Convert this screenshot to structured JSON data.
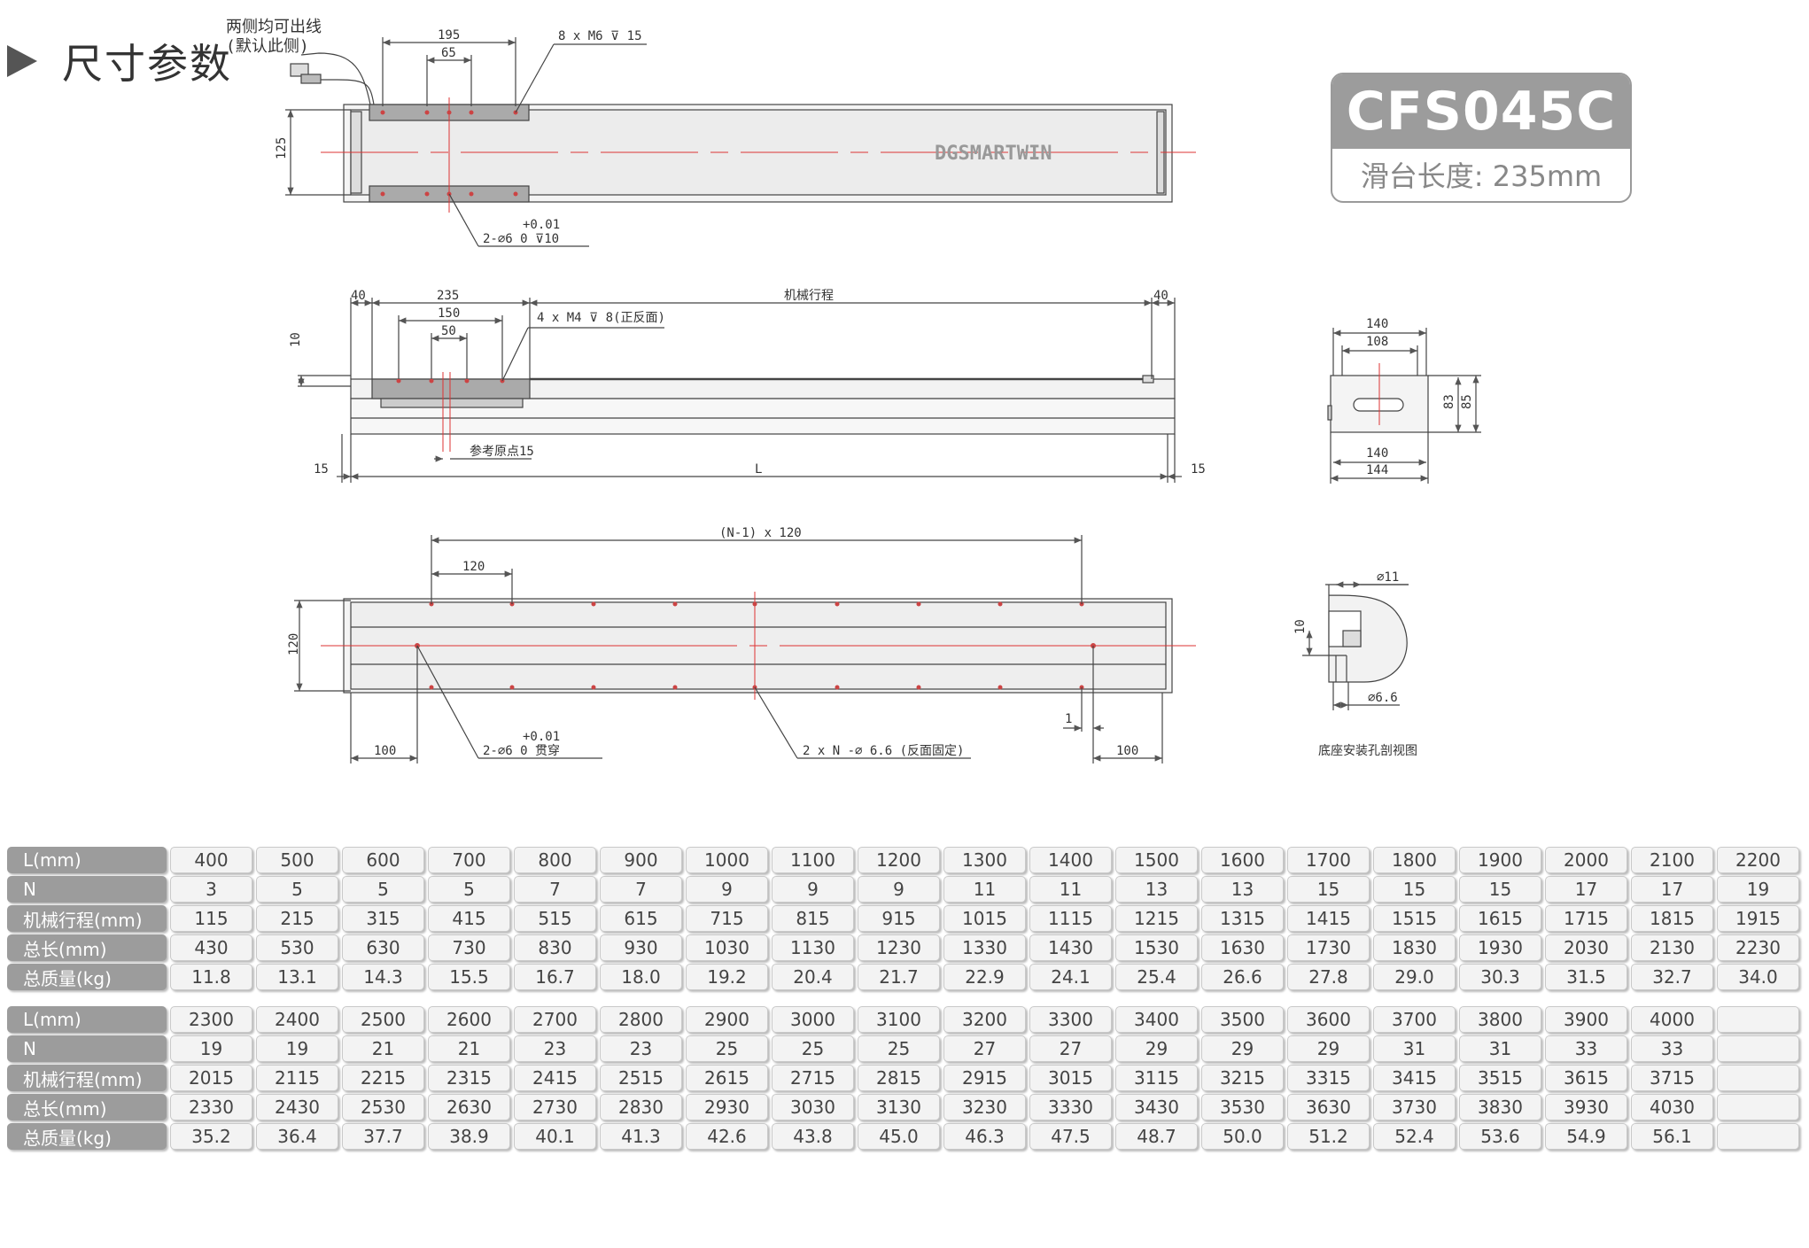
{
  "heading": "尺寸参数",
  "badge": {
    "model": "CFS045C",
    "slide_length": "滑台长度: 235mm"
  },
  "top_view": {
    "cable_note_1": "两侧均可出线",
    "cable_note_2": "(默认此侧)",
    "dim_195": "195",
    "dim_65": "65",
    "thread_note": "8 x M6 ⊽ 15",
    "dim_125": "125",
    "brand": "DGSMARTWIN",
    "tol": "+0.01",
    "hole_note": "2-∅6  0   ⊽10"
  },
  "side_view": {
    "dim_40_left": "40",
    "dim_235": "235",
    "dim_150": "150",
    "dim_50": "50",
    "stroke_label": "机械行程",
    "dim_40_right": "40",
    "thread_note": "4 x M4 ⊽ 8(正反面)",
    "dim_10": "10",
    "origin_note": "参考原点15",
    "dim_15_left": "15",
    "dim_L": "L",
    "dim_15_right": "15"
  },
  "end_view": {
    "dim_140_top": "140",
    "dim_108": "108",
    "dim_83": "83",
    "dim_85": "85",
    "dim_140_bot": "140",
    "dim_144": "144"
  },
  "bottom_view": {
    "pitch_total": "(N-1) x 120",
    "pitch": "120",
    "dim_120": "120",
    "dim_100_left": "100",
    "tol": "+0.01",
    "hole_note": "2-∅6  0   贯穿",
    "fix_note": "2 x N -∅ 6.6 (反面固定)",
    "dim_1": "1",
    "dim_100_right": "100"
  },
  "section_view": {
    "d11": "∅11",
    "dim_10": "10",
    "d66": "∅6.6",
    "caption": "底座安装孔剖视图"
  },
  "table1": {
    "headers": [
      "L(mm)",
      "N",
      "机械行程(mm)",
      "总长(mm)",
      "总质量(kg)"
    ],
    "rows": [
      [
        "400",
        "500",
        "600",
        "700",
        "800",
        "900",
        "1000",
        "1100",
        "1200",
        "1300",
        "1400",
        "1500",
        "1600",
        "1700",
        "1800",
        "1900",
        "2000",
        "2100",
        "2200"
      ],
      [
        "3",
        "5",
        "5",
        "5",
        "7",
        "7",
        "9",
        "9",
        "9",
        "11",
        "11",
        "13",
        "13",
        "15",
        "15",
        "15",
        "17",
        "17",
        "19"
      ],
      [
        "115",
        "215",
        "315",
        "415",
        "515",
        "615",
        "715",
        "815",
        "915",
        "1015",
        "1115",
        "1215",
        "1315",
        "1415",
        "1515",
        "1615",
        "1715",
        "1815",
        "1915"
      ],
      [
        "430",
        "530",
        "630",
        "730",
        "830",
        "930",
        "1030",
        "1130",
        "1230",
        "1330",
        "1430",
        "1530",
        "1630",
        "1730",
        "1830",
        "1930",
        "2030",
        "2130",
        "2230"
      ],
      [
        "11.8",
        "13.1",
        "14.3",
        "15.5",
        "16.7",
        "18.0",
        "19.2",
        "20.4",
        "21.7",
        "22.9",
        "24.1",
        "25.4",
        "26.6",
        "27.8",
        "29.0",
        "30.3",
        "31.5",
        "32.7",
        "34.0"
      ]
    ]
  },
  "table2": {
    "headers": [
      "L(mm)",
      "N",
      "机械行程(mm)",
      "总长(mm)",
      "总质量(kg)"
    ],
    "rows": [
      [
        "2300",
        "2400",
        "2500",
        "2600",
        "2700",
        "2800",
        "2900",
        "3000",
        "3100",
        "3200",
        "3300",
        "3400",
        "3500",
        "3600",
        "3700",
        "3800",
        "3900",
        "4000",
        ""
      ],
      [
        "19",
        "19",
        "21",
        "21",
        "23",
        "23",
        "25",
        "25",
        "25",
        "27",
        "27",
        "29",
        "29",
        "29",
        "31",
        "31",
        "33",
        "33",
        ""
      ],
      [
        "2015",
        "2115",
        "2215",
        "2315",
        "2415",
        "2515",
        "2615",
        "2715",
        "2815",
        "2915",
        "3015",
        "3115",
        "3215",
        "3315",
        "3415",
        "3515",
        "3615",
        "3715",
        ""
      ],
      [
        "2330",
        "2430",
        "2530",
        "2630",
        "2730",
        "2830",
        "2930",
        "3030",
        "3130",
        "3230",
        "3330",
        "3430",
        "3530",
        "3630",
        "3730",
        "3830",
        "3930",
        "4030",
        ""
      ],
      [
        "35.2",
        "36.4",
        "37.7",
        "38.9",
        "40.1",
        "41.3",
        "42.6",
        "43.8",
        "45.0",
        "46.3",
        "47.5",
        "48.7",
        "50.0",
        "51.2",
        "52.4",
        "53.6",
        "54.9",
        "56.1",
        ""
      ]
    ]
  }
}
